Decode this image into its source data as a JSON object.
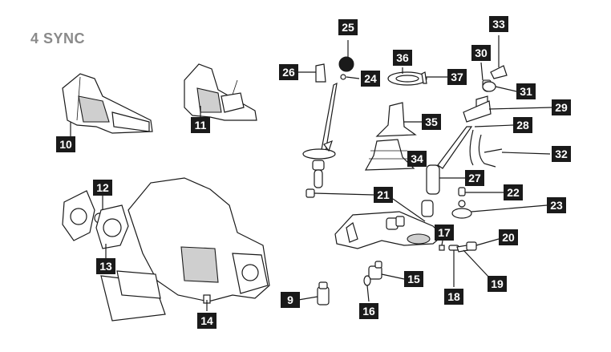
{
  "title": "4 SYNC",
  "callouts": {
    "c9": "9",
    "c10": "10",
    "c11": "11",
    "c12": "12",
    "c13": "13",
    "c14": "14",
    "c15": "15",
    "c16": "16",
    "c17": "17",
    "c18": "18",
    "c19": "19",
    "c20": "20",
    "c21": "21",
    "c22": "22",
    "c23": "23",
    "c24": "24",
    "c25": "25",
    "c26": "26",
    "c27": "27",
    "c28": "28",
    "c29": "29",
    "c30": "30",
    "c31": "31",
    "c32": "32",
    "c33": "33",
    "c34": "34",
    "c35": "35",
    "c36": "36",
    "c37": "37"
  }
}
